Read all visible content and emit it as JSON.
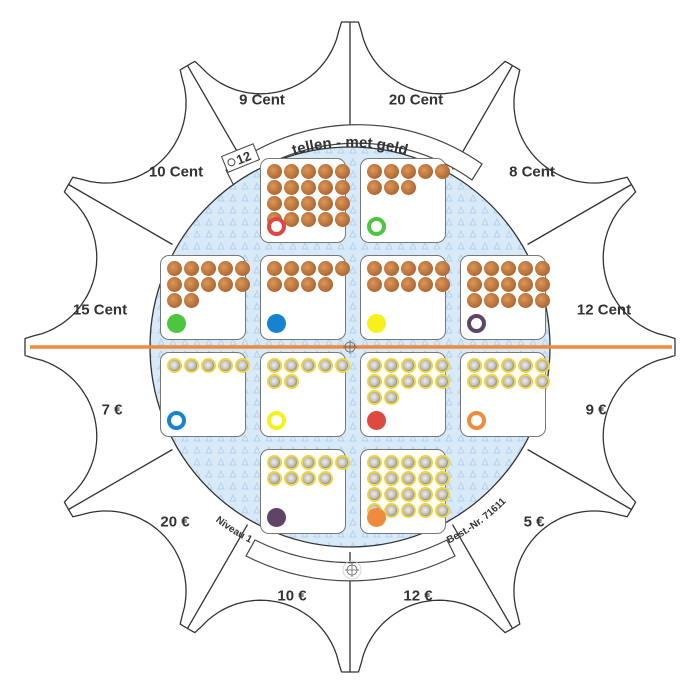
{
  "title": "tellen - met geld",
  "badge_number": "12",
  "level": "Niveau 1",
  "order_number": "Best.-Nr. 71611",
  "colors": {
    "accent_line": "#f08a3c",
    "board_fill": "#d8e9f8",
    "pattern": "#b3d2ef"
  },
  "segments": [
    "9 Cent",
    "20 Cent",
    "8 Cent",
    "12 Cent",
    "9 €",
    "5 €",
    "12 €",
    "10 €",
    "20 €",
    "7 €",
    "15 Cent",
    "10 Cent"
  ],
  "cards": [
    [
      null,
      {
        "coins": 20,
        "type": "cent",
        "marker": "#e04545",
        "style": "ring"
      },
      {
        "coins": 8,
        "type": "cent",
        "marker": "#4cc63f",
        "style": "ring"
      },
      null
    ],
    [
      {
        "coins": 12,
        "type": "cent",
        "marker": "#4cc63f",
        "style": "dot"
      },
      {
        "coins": 9,
        "type": "cent",
        "marker": "#1583d0",
        "style": "dot"
      },
      {
        "coins": 10,
        "type": "cent",
        "marker": "#f7f01a",
        "style": "dot"
      },
      {
        "coins": 15,
        "type": "cent",
        "marker": "#5e4466",
        "style": "ring"
      }
    ],
    [
      {
        "coins": 5,
        "type": "euro",
        "marker": "#1583d0",
        "style": "ring"
      },
      {
        "coins": 7,
        "type": "euro",
        "marker": "#f7f01a",
        "style": "ring"
      },
      {
        "coins": 12,
        "type": "euro",
        "marker": "#dd4a40",
        "style": "dot"
      },
      {
        "coins": 10,
        "type": "euro",
        "marker": "#f08a3c",
        "style": "ring"
      }
    ],
    [
      null,
      {
        "coins": 9,
        "type": "euro",
        "marker": "#5e4466",
        "style": "dot"
      },
      {
        "coins": 20,
        "type": "euro",
        "marker": "#f08a3c",
        "style": "dot"
      },
      null
    ]
  ]
}
